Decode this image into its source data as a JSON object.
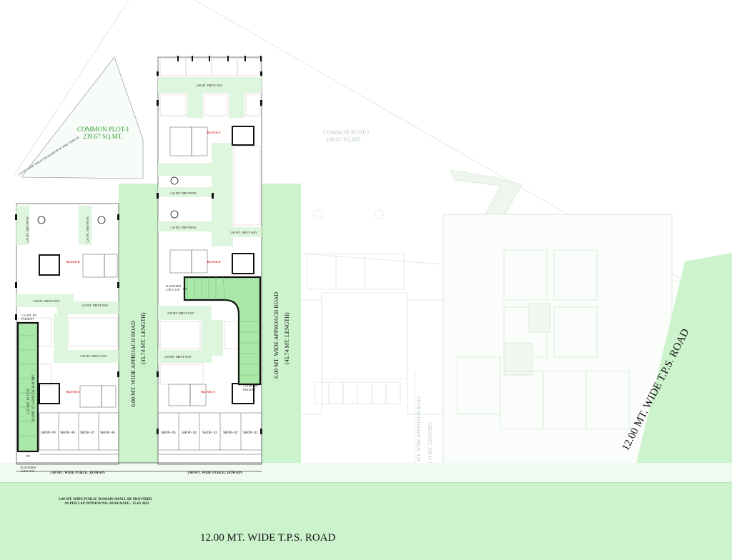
{
  "roads": {
    "bottom": "12.00 MT. WIDE T.P.S. ROAD",
    "right": "12.00 MT. WIDE T.P.S. ROAD",
    "approach_left_line1": "6.00 MT. WIDE APPROACH ROAD",
    "approach_left_line2": "(45.74 MT. LENGTH)",
    "approach_right_line1": "6.00 MT. WIDE APPROACH ROAD",
    "approach_right_line2": "(45.74 MT. LENGTH)",
    "faint_line1": "6.00 MT. WIDE APPROACH ROAD",
    "faint_line2": "(45.74 MT. LENGTH)"
  },
  "common_plot": {
    "title": "COMMON PLOT-1",
    "area": "239.67 SQ.MT.",
    "faint_title": "COMMON PLOT-1",
    "faint_area": "239.67 SQ.MT."
  },
  "public_domain": {
    "left": "3.00 MT. WIDE PUBLIC DOMAIN",
    "right": "3.00 MT. WIDE PUBLIC DOMAIN",
    "note_line1": "3.00 MT. WIDE PUBLIC DOMAIN SHALL BE PROVIDED",
    "note_line2": "AS PER LAP OPINION NO.:02166 DATE:- 15-02-2022"
  },
  "shops_left": [
    "SHOP- 09",
    "SHOP- 08",
    "SHOP- 07",
    "SHOP- 06"
  ],
  "shops_right": [
    "SHOP- 05",
    "SHOP- 04",
    "SHOP- 03",
    "SHOP- 02",
    "SHOP- 01"
  ],
  "drive_ways": {
    "top": "2.00 MT. DRIVE WAY",
    "mid1": "2.00 MT. DRIVE WAY",
    "mid2": "2.00 MT. DRIVE WAY",
    "lower": "2.00 MT. DRIVE WAY",
    "left1": "2.00 MT. DRIVE WAY",
    "left2": "2.00 MT. DRIVE WAY",
    "right_col": "2.00 MT. DRIVE WAY",
    "narrow1": "1.20 MT. DRIVEWAY",
    "narrow2": "1.20 MT. DRIVEWAY",
    "narrow_left1": "1.20 MT. DRIVEWAY",
    "narrow_left2": "1.20 MT. DRIVEWAY"
  },
  "blocks": {
    "c": "BLOCK-C",
    "d": "BLOCK-D",
    "b": "BLOCK-B",
    "a": "BLOCK-A",
    "e": "BLOCK-E"
  },
  "platforms": {
    "center_line1": "PLATFORM",
    "center_line2": "4.50 X 3.50",
    "bottom_line1": "PLATFORM",
    "bottom_line2": "3.25 X 4.50"
  },
  "ramp": {
    "line1": "3.25 MT. W I D E",
    "line2": "SLOPE 1:7 LENGTH 26.00 MT."
  },
  "labels": {
    "parapet_top_line1": "1.53 MT. HT.",
    "parapet_top_line2": "PARAPET",
    "parapet_right_line1": "1.15 MT. HT.",
    "parapet_right_line2": "PARAPET",
    "dn1": "DN",
    "dn2": "DN",
    "margin_note": "1.50 MT. WIDE SPACE FOR MANEUR OF FIRE VEHICLE"
  },
  "colors": {
    "road": "#cdf3cd",
    "road_edge": "#8fd98f",
    "drive": "#def5de",
    "wall": "#111111",
    "faint_line": "#d5e4d5",
    "green_text": "#2e9b2e",
    "block_red": "#dd2222"
  }
}
